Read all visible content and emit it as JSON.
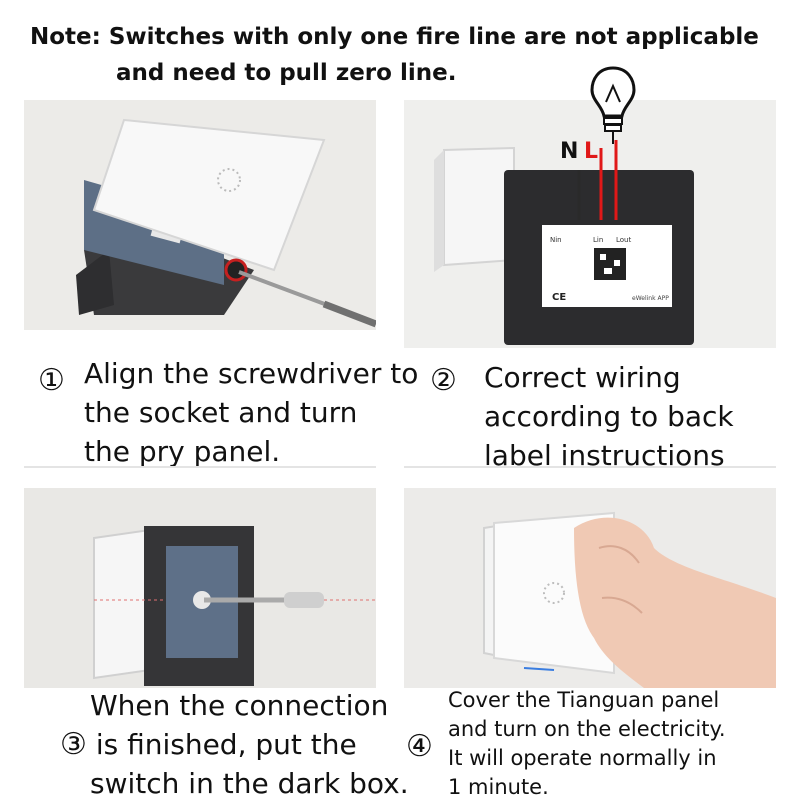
{
  "note": {
    "line1": "Note: Switches with only one fire line are not applicable",
    "line2": "and need to pull zero line."
  },
  "steps": [
    {
      "number": "①",
      "lines": [
        "Align the screwdriver to",
        "the socket and turn",
        " the pry panel."
      ]
    },
    {
      "number": "②",
      "lines": [
        "Correct wiring",
        "according to back",
        "label instructions"
      ]
    },
    {
      "number": "③",
      "lines": [
        "When the connection",
        "is finished, put the",
        "switch in the dark box."
      ]
    },
    {
      "number": "④",
      "lines": [
        "Cover the Tianguan panel",
        "and turn on the electricity.",
        "It will operate normally in",
        "1 minute."
      ]
    }
  ],
  "wiring_labels": {
    "neutral": "N",
    "live": "L",
    "terminals": [
      "Nin",
      "Lin",
      "Lout"
    ],
    "app": "eWelink APP",
    "cert": "CE"
  },
  "colors": {
    "live_wire": "#e01818",
    "neutral_wire": "#2a2a2a",
    "panel_white": "#f7f7f7",
    "box_dark": "#2c2c2e"
  }
}
